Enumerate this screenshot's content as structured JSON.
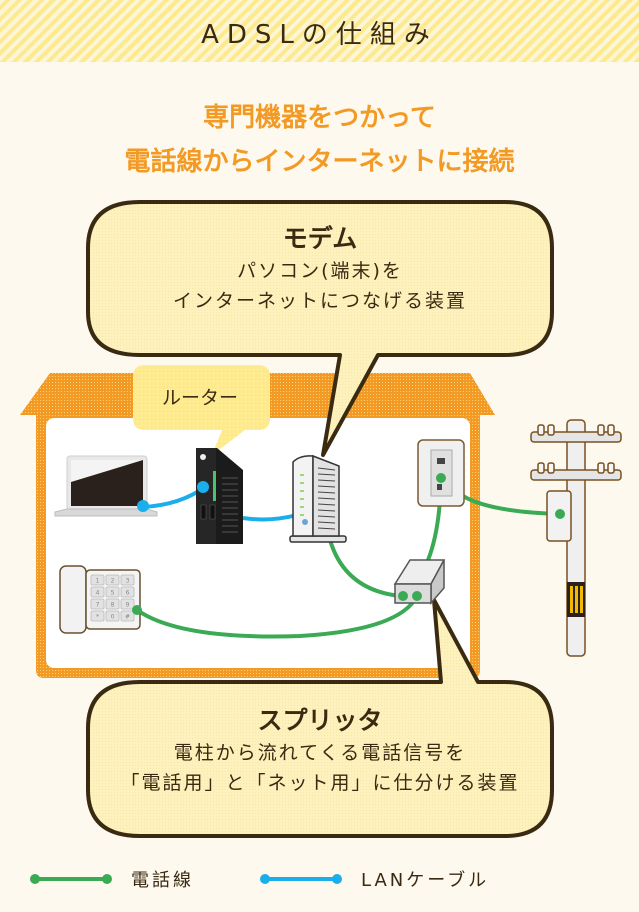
{
  "header": {
    "title": "ADSLの仕組み"
  },
  "subtitle": {
    "lines": [
      "専門機器をつかって",
      "電話線からインターネットに接続"
    ]
  },
  "modem_bubble": {
    "title": "モデム",
    "lines": [
      "パソコン(端末)を",
      "インターネットにつなげる装置"
    ]
  },
  "router_bubble": {
    "label": "ルーター"
  },
  "splitter_bubble": {
    "title": "スプリッタ",
    "lines": [
      "電柱から流れてくる電話信号を",
      "「電話用」と「ネット用」に仕分ける装置"
    ]
  },
  "devices": {
    "laptop": "laptop-icon",
    "router": "router-icon",
    "modem": "modem-icon",
    "wall_jack": "wall-jack-icon",
    "splitter": "splitter-icon",
    "telephone": "telephone-icon",
    "utility_pole": "utility-pole-icon",
    "phone_keys": [
      "1",
      "2",
      "3",
      "4",
      "5",
      "6",
      "7",
      "8",
      "9",
      "*",
      "0",
      "#"
    ]
  },
  "colors": {
    "accent_orange": "#f39a25",
    "phone_line": "#3aaa55",
    "lan_cable": "#1aaeea",
    "bubble_fill": "#fdf1bd",
    "outline": "#3a2a12"
  },
  "legend": [
    {
      "label": "電話線",
      "color": "#3aaa55"
    },
    {
      "label": "LANケーブル",
      "color": "#1aaeea"
    }
  ]
}
